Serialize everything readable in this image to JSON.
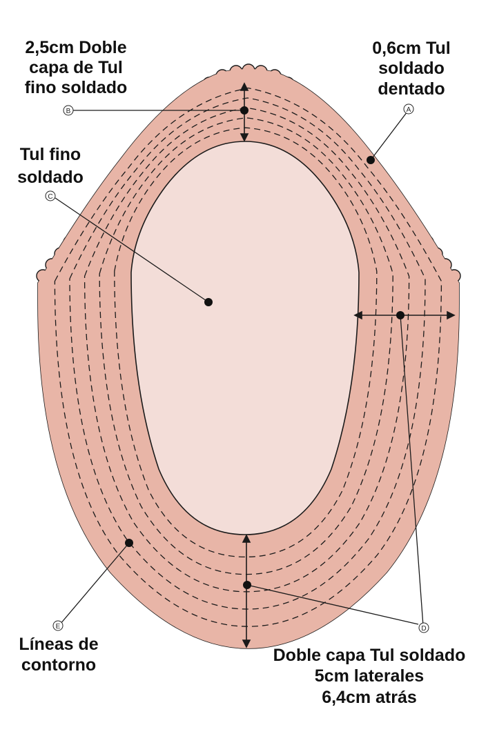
{
  "labels": {
    "b": {
      "marker": "B",
      "lines": [
        "2,5cm Doble",
        "capa de Tul",
        "fino soldado"
      ]
    },
    "a": {
      "marker": "A",
      "lines": [
        "0,6cm Tul",
        "soldado",
        "dentado"
      ]
    },
    "c": {
      "marker": "C",
      "lines": [
        "Tul fino",
        "soldado"
      ]
    },
    "d": {
      "marker": "D",
      "lines": [
        "Doble capa Tul soldado",
        "5cm laterales",
        "6,4cm atrás"
      ]
    },
    "e": {
      "marker": "E",
      "lines": [
        "Líneas de",
        "contorno"
      ]
    }
  },
  "colors": {
    "outer_band": "#e8b5a7",
    "inner_base": "#f3ddd8",
    "outline": "#1a1a1a"
  }
}
